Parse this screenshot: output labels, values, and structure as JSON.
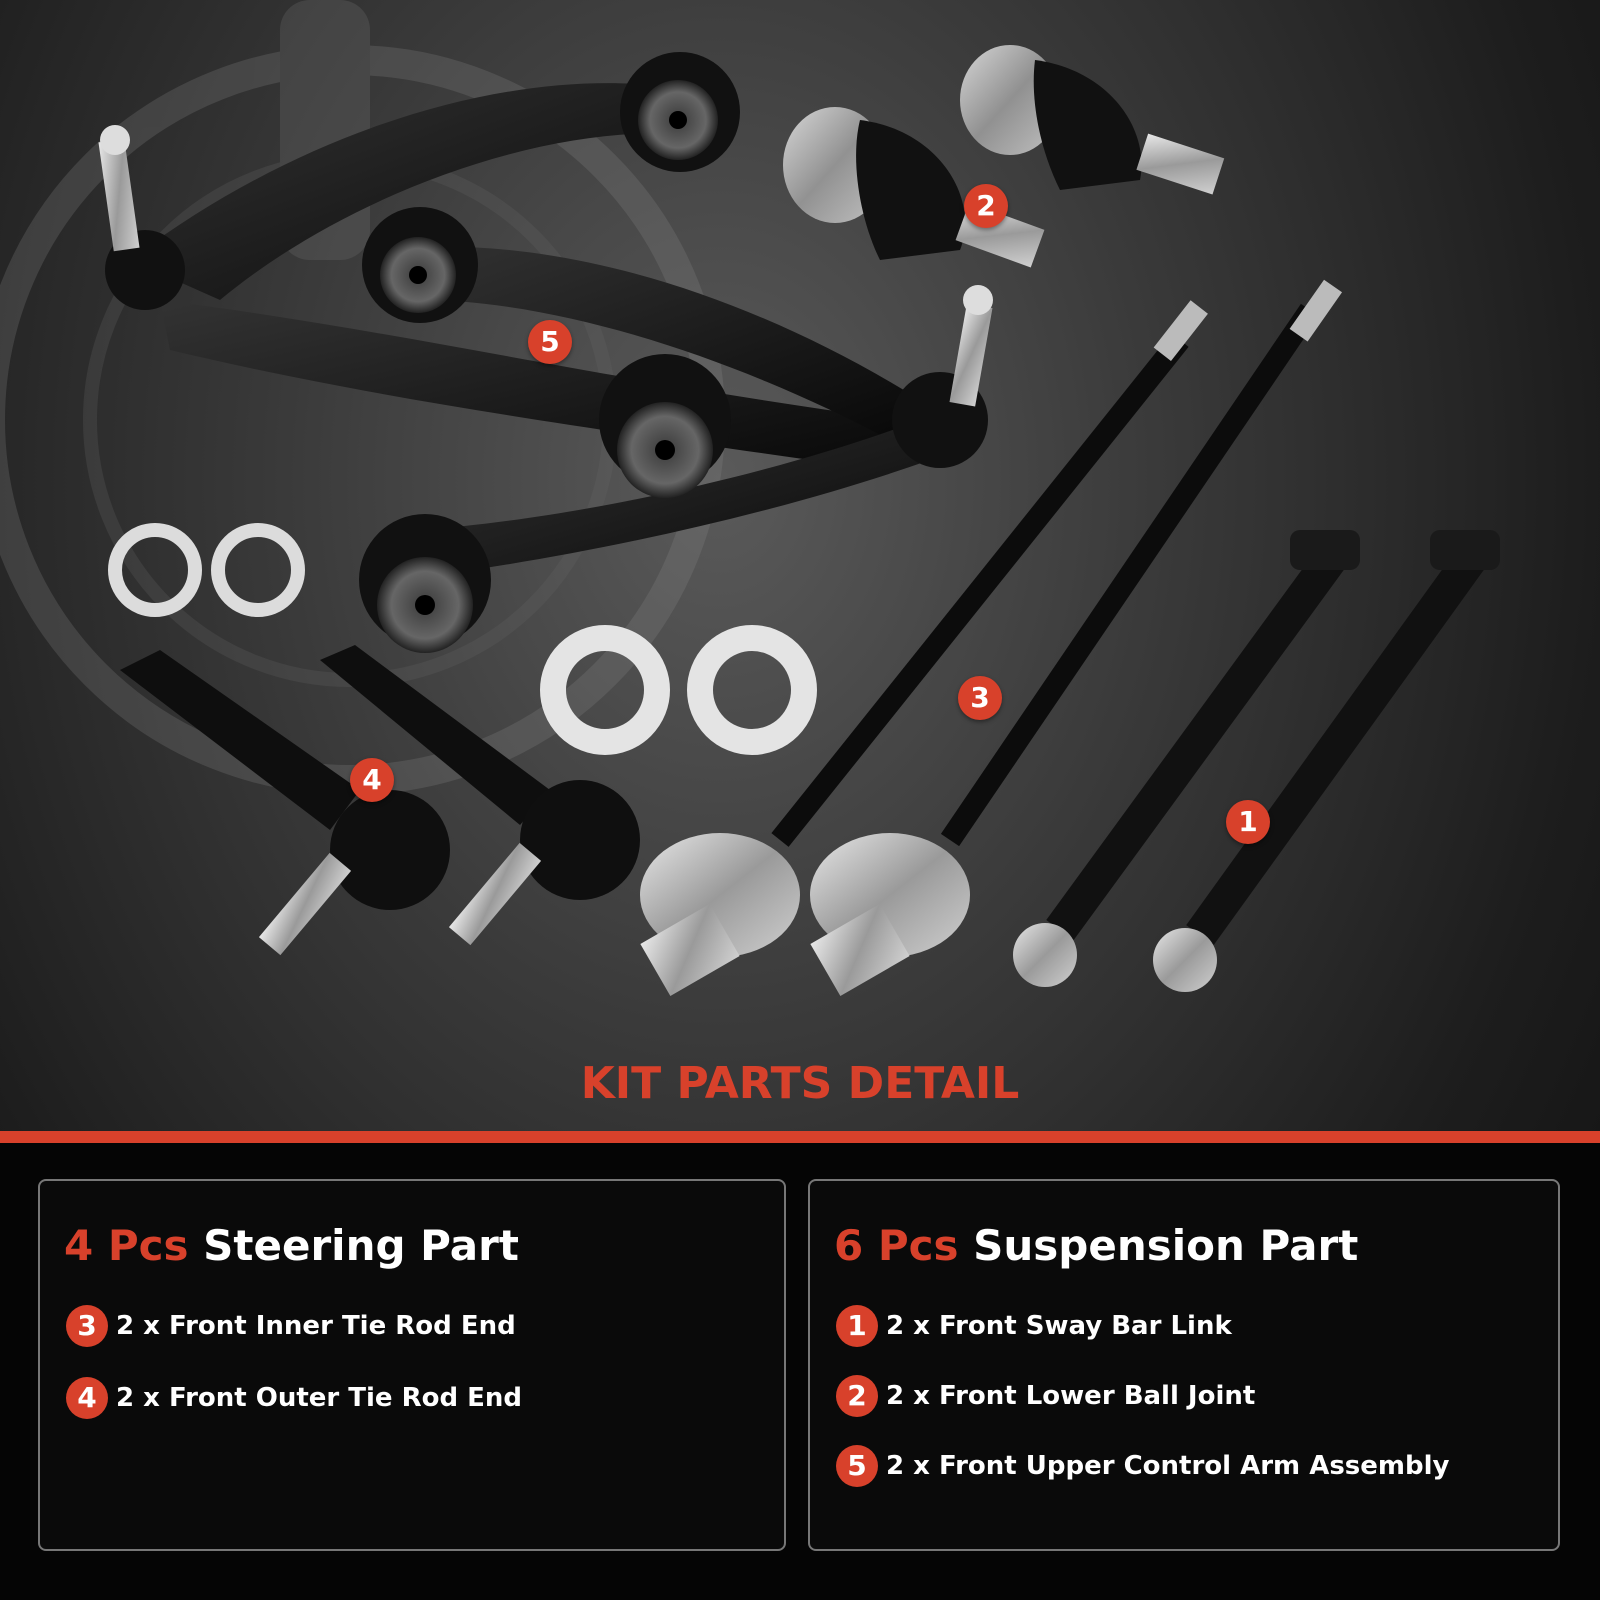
{
  "callouts": [
    "5",
    "2",
    "3",
    "4",
    "1"
  ],
  "kit_title": "KIT PARTS DETAIL",
  "steering": {
    "count": "4 Pcs",
    "title": "Steering Part",
    "items": [
      {
        "num": "3",
        "label": "2 x Front Inner Tie Rod End"
      },
      {
        "num": "4",
        "label": "2 x Front Outer Tie Rod End"
      }
    ]
  },
  "suspension": {
    "count": "6 Pcs",
    "title": "Suspension Part",
    "items": [
      {
        "num": "1",
        "label": "2 x Front Sway Bar Link"
      },
      {
        "num": "2",
        "label": "2 x Front Lower Ball Joint"
      },
      {
        "num": "5",
        "label": "2 x Front Upper Control Arm Assembly"
      }
    ]
  },
  "colors": {
    "accent": "#d8412b",
    "panel_border": "#777777",
    "background": "#050505"
  }
}
